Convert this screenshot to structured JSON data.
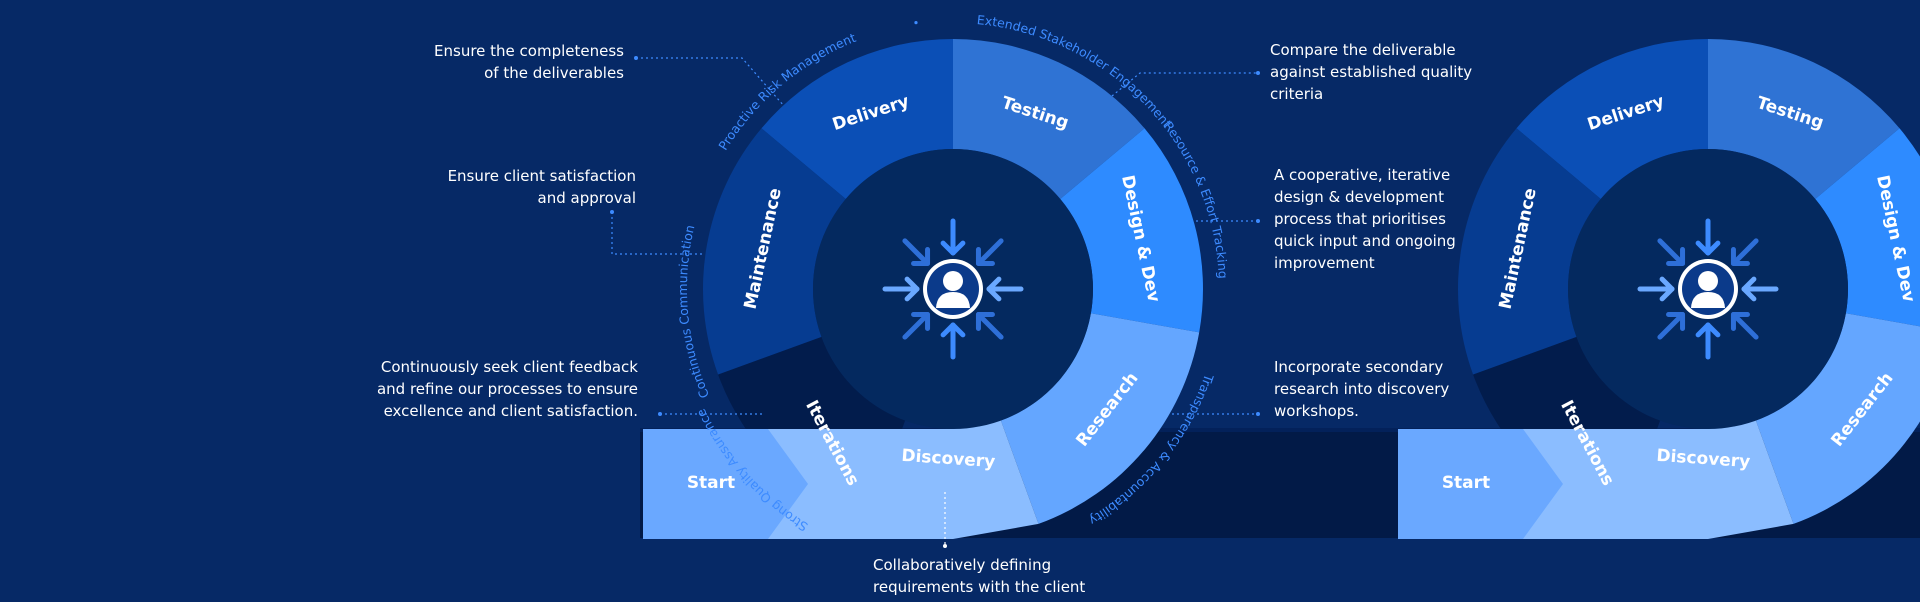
{
  "diagram": {
    "segments": [
      "Delivery",
      "Testing",
      "Design & Dev",
      "Research",
      "Discovery",
      "Iterations",
      "Maintenance"
    ],
    "start_label": "Start",
    "arc_labels": [
      "Proactive Risk Management",
      "Extended Stakeholder Engagement",
      "Continuous Communication",
      "Resource & Effort Tracking",
      "Strong Quality Assurance",
      "Transparency & Accountability"
    ],
    "center_icon": "person-with-inward-arrows-icon",
    "colors": {
      "background": "#062966",
      "band": "#021a47",
      "hub": "#04295f",
      "delivery": "#0b4fb6",
      "testing": "#2f73d4",
      "design_dev": "#2e8bff",
      "research": "#64a6ff",
      "discovery": "#8bbdff",
      "start": "#6aa8ff",
      "iterations": "#021c4c",
      "maintenance": "#063c91",
      "arc_text": "#3d8bff"
    }
  },
  "notes": {
    "delivery": {
      "lines": [
        "Ensure the completeness",
        "of the deliverables"
      ]
    },
    "maintenance": {
      "lines": [
        "Ensure client satisfaction",
        "and approval"
      ]
    },
    "iterations": {
      "lines": [
        "Continuously seek client feedback",
        "and refine our processes to ensure",
        "excellence and client satisfaction."
      ]
    },
    "testing": {
      "lines": [
        "Compare the deliverable",
        "against established quality",
        "criteria"
      ]
    },
    "design_dev": {
      "lines": [
        "A cooperative, iterative",
        "design & development",
        "process that prioritises",
        "quick input and ongoing",
        "improvement"
      ]
    },
    "research": {
      "lines": [
        "Incorporate secondary",
        "research into discovery",
        "workshops."
      ]
    },
    "discovery": {
      "lines": [
        "Collaboratively defining",
        "requirements with the client"
      ]
    }
  }
}
